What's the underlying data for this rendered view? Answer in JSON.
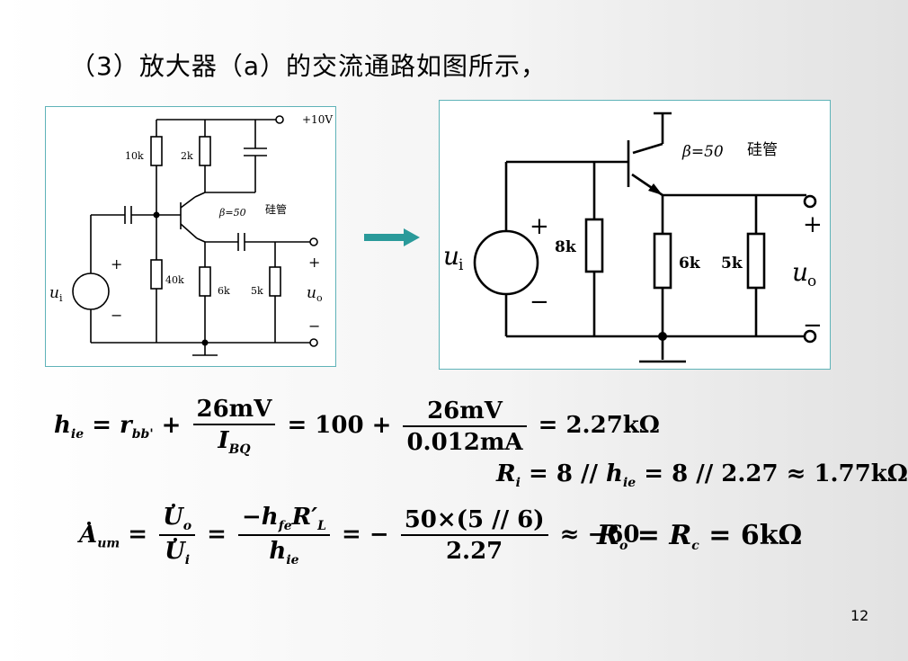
{
  "title": "（3）放大器（a）的交流通路如图所示，",
  "circuit_a": {
    "supply": "+10V",
    "r1": "10k",
    "r2": "2k",
    "r3": "40k",
    "r4": "6k",
    "r5": "5k",
    "beta": "β=50",
    "transistor_type": "硅管",
    "ui": "u",
    "ui_sub": "i",
    "uo": "u",
    "uo_sub": "o",
    "plus": "+",
    "minus": "−"
  },
  "circuit_b": {
    "beta": "β=50",
    "transistor_type": "硅管",
    "r_b": "8k",
    "r_c": "6k",
    "r_l": "5k",
    "ui": "u",
    "ui_sub": "i",
    "uo": "u",
    "uo_sub": "o",
    "plus": "+",
    "minus": "−"
  },
  "eq1": {
    "lhs": "h",
    "lhs_sub": "ie",
    "r": "r",
    "r_sub": "bb'",
    "num1": "26mV",
    "den1": "I",
    "den1_sub": "BQ",
    "mid": "= 100 +",
    "num2": "26mV",
    "den2": "0.012mA",
    "result": "= 2.27kΩ"
  },
  "eq2": {
    "lhs": "R",
    "lhs_sub": "i",
    "mid": "= 8 // ",
    "h": "h",
    "h_sub": "ie",
    "result": "= 8 // 2.27 ≈ 1.77kΩ"
  },
  "eq3": {
    "lhs": "A",
    "lhs_sub": "um",
    "num1": "U",
    "num1_sub": "o",
    "den1": "U",
    "den1_sub": "i",
    "num2": "−h",
    "num2_sub": "fe",
    "num2b": "R′",
    "num2b_sub": "L",
    "den2": "h",
    "den2_sub": "ie",
    "num3": "50×(5 // 6)",
    "den3": "2.27",
    "result": "≈ −60"
  },
  "eq4": {
    "lhs": "R",
    "lhs_sub": "o",
    "mid": "=",
    "r": "R",
    "r_sub": "c",
    "result": "= 6kΩ"
  },
  "page_number": "12"
}
